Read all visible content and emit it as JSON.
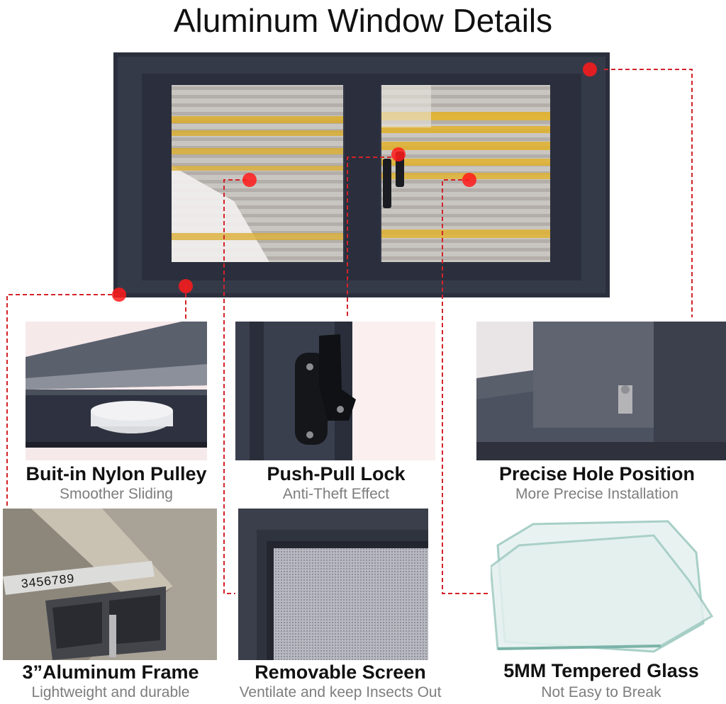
{
  "title": "Aluminum Window Details",
  "accent_color": "#e8141c",
  "frame_color": "#2b2f3d",
  "features": [
    {
      "title": "Buit-in Nylon Pulley",
      "subtitle": "Smoother Sliding",
      "icon": "nylon-pulley-photo"
    },
    {
      "title": "Push-Pull Lock",
      "subtitle": "Anti-Theft Effect",
      "icon": "push-pull-lock-photo"
    },
    {
      "title": "Precise Hole Position",
      "subtitle": "More Precise Installation",
      "icon": "hole-position-photo"
    },
    {
      "title": "3”Aluminum Frame",
      "subtitle": "Lightweight and durable",
      "icon": "aluminum-frame-photo"
    },
    {
      "title": "Removable Screen",
      "subtitle": "Ventilate and keep Insects Out",
      "icon": "screen-mesh-photo"
    },
    {
      "title": "5MM Tempered Glass",
      "subtitle": "Not Easy to Break",
      "icon": "tempered-glass-photo"
    }
  ],
  "tape_measure_digits": "3456789"
}
